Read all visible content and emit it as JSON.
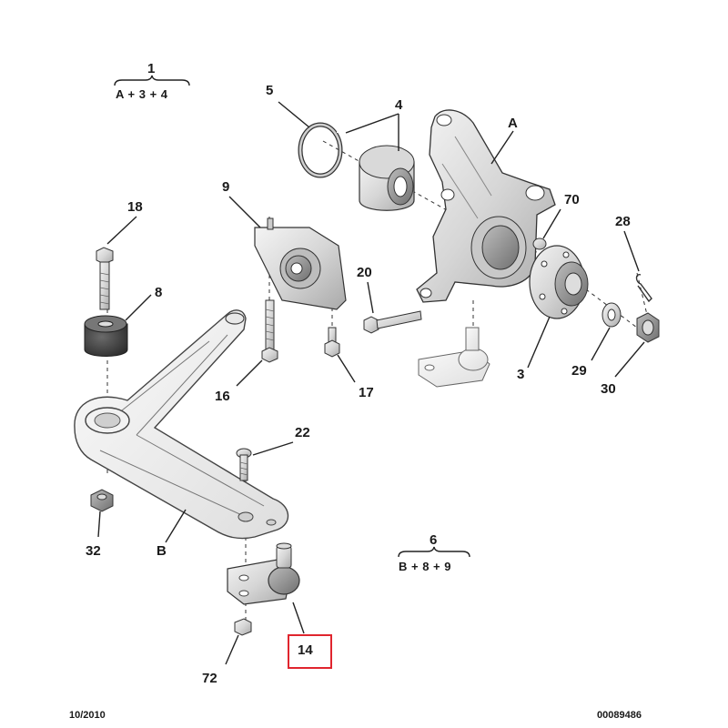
{
  "diagram": {
    "group_1": {
      "number": "1",
      "formula": "A + 3 + 4"
    },
    "group_6": {
      "number": "6",
      "formula": "B + 8 + 9"
    },
    "labels": {
      "A": "A",
      "B": "B",
      "p3": "3",
      "p4": "4",
      "p5": "5",
      "p8": "8",
      "p9": "9",
      "p14": "14",
      "p16": "16",
      "p17": "17",
      "p18": "18",
      "p20": "20",
      "p22": "22",
      "p28": "28",
      "p29": "29",
      "p30": "30",
      "p32": "32",
      "p70": "70",
      "p72": "72"
    },
    "highlighted_part": "14",
    "highlight_color": "#e0252e",
    "footer_left": "10/2010",
    "footer_right": "00089486"
  }
}
